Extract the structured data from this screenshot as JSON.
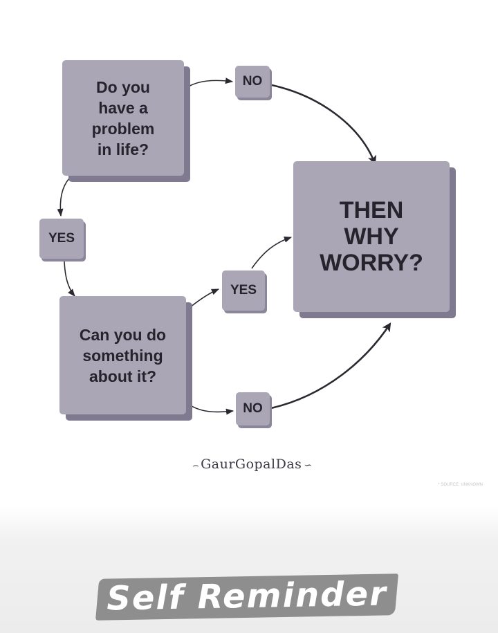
{
  "flowchart": {
    "question1_lines": [
      "Do you",
      "have a",
      "problem",
      "in life?"
    ],
    "question2_lines": [
      "Can you do",
      "something",
      "about it?"
    ],
    "result_lines": [
      "THEN",
      "WHY",
      "WORRY?"
    ],
    "label_no_top": "NO",
    "label_yes_left": "YES",
    "label_yes_mid": "YES",
    "label_no_bottom": "NO"
  },
  "signature": "GaurGopalDas",
  "source_note": "* SOURCE: UNKNOWN",
  "banner": {
    "text": "Self Reminder"
  },
  "colors": {
    "box_fill": "#aba6b6",
    "box_shadow": "#7f7a8f",
    "text_dark": "#26232c",
    "arrow": "#2b2830",
    "banner_brush": "#8e8e8e"
  }
}
